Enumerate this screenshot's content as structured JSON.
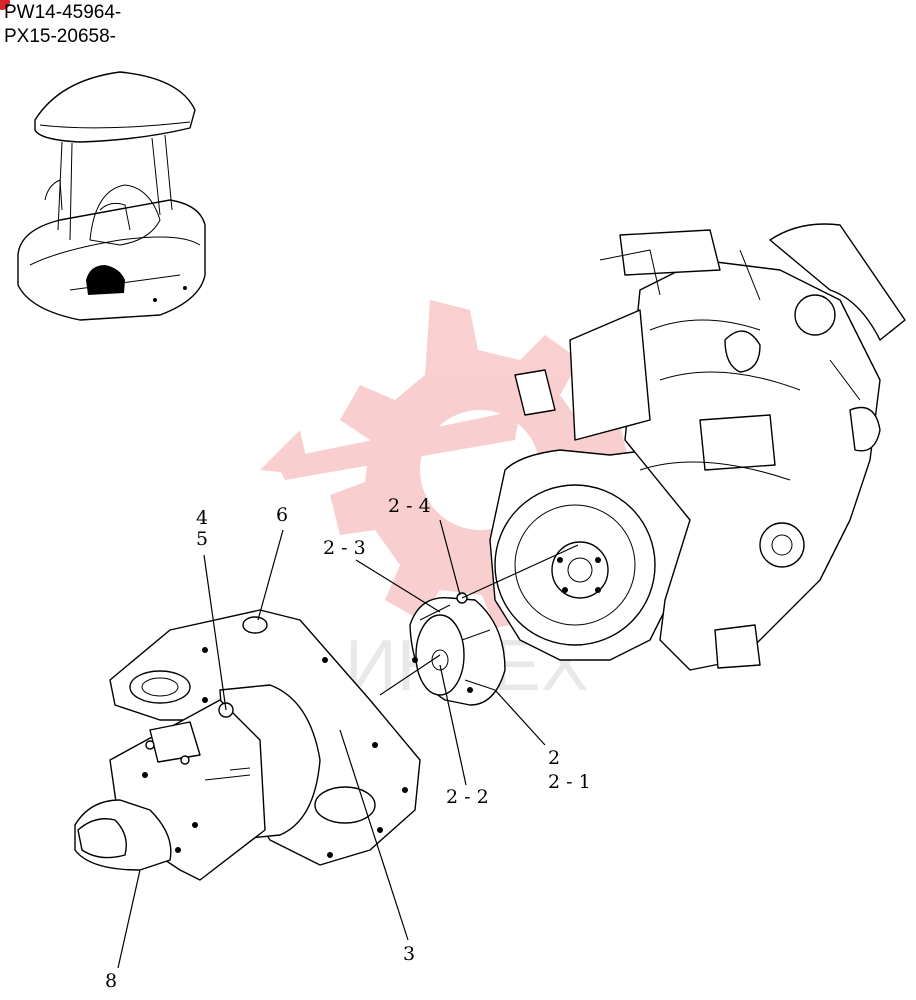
{
  "header": {
    "serial_range_1": "PW14-45964-",
    "serial_range_2": "PX15-20658-"
  },
  "watermark": {
    "text": "ИНТЕХ",
    "color": "#e8242b"
  },
  "colors": {
    "badge": "#d8242b",
    "line": "#000000"
  },
  "callouts": {
    "c4": "4",
    "c5": "5",
    "c6": "6",
    "c2_4": "2 - 4",
    "c2_3": "2 - 3",
    "c2": "2",
    "c2_1": "2 - 1",
    "c2_2": "2 - 2",
    "c3": "3",
    "c8": "8"
  }
}
